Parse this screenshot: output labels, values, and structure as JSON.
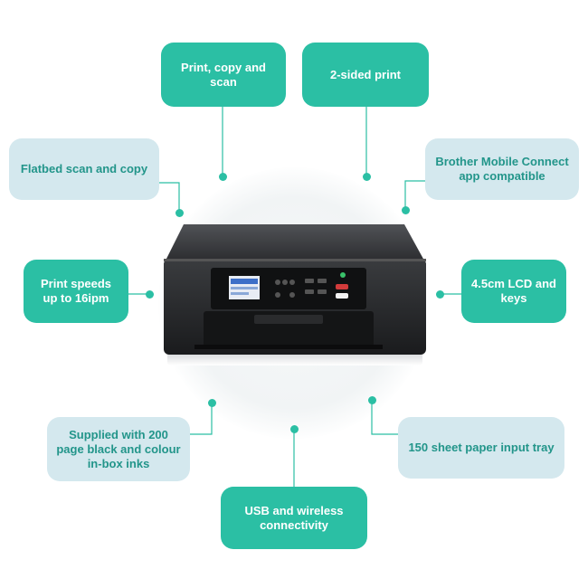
{
  "features": {
    "print_copy_scan": "Print, copy and scan",
    "two_sided": "2-sided print",
    "flatbed": "Flatbed scan and copy",
    "mobile_connect": "Brother Mobile Connect app compatible",
    "print_speeds": "Print speeds up to 16ipm",
    "lcd_keys": "4.5cm LCD and keys",
    "inks": "Supplied with 200 page black and colour in-box inks",
    "paper_tray": "150 sheet paper input tray",
    "connectivity": "USB and wireless connectivity"
  },
  "colors": {
    "teal": "#2bbfa4",
    "pale_box": "#d4e8ee",
    "pale_text": "#22958a"
  },
  "icons": {
    "printer": "printer-illustration"
  }
}
